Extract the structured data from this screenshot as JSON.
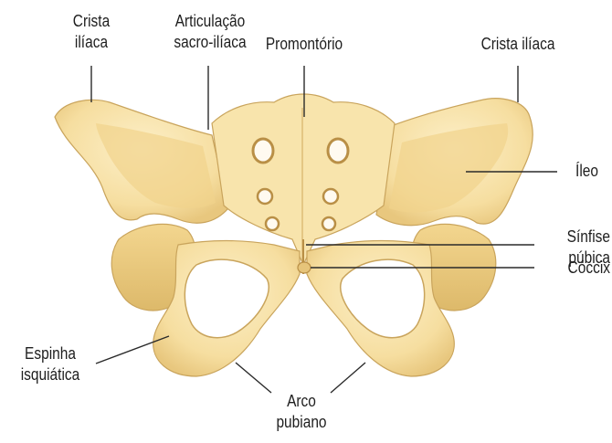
{
  "labels": {
    "crista_left": [
      "Crista",
      "ilíaca"
    ],
    "articulacao": [
      "Articulação",
      "sacro-ilíaca"
    ],
    "promontorio": "Promontório",
    "crista_right": "Crista ilíaca",
    "ileo": "Íleo",
    "sinfise": [
      "Sínfise",
      "púbica"
    ],
    "coccix": "Cóccix",
    "espinha": [
      "Espinha",
      "isquiática"
    ],
    "arco": [
      "Arco",
      "pubiano"
    ]
  },
  "colors": {
    "bone": "#f7e2a4",
    "bone_light": "#fbedc4",
    "bone_shadow": "#e3c378",
    "outline": "#c9a45c",
    "leader": "#2a2a2a"
  }
}
